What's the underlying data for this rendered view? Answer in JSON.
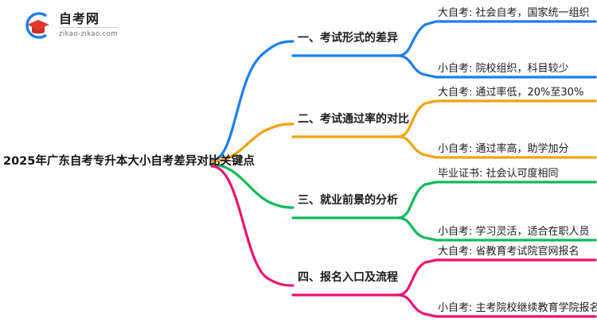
{
  "logo": {
    "title": "自考网",
    "domain": "zikao-zikao.com",
    "mark_icon": "graduation-cap-icon",
    "ring_color": "#1a7ff0",
    "cap_color": "#e3342f"
  },
  "mindmap": {
    "root": {
      "label": "2025年广东自考专升本大小自考差异对比关键点"
    },
    "branches": [
      {
        "color": "#1a7ff0",
        "topic": "一、考试形式的差异",
        "leaves": [
          "大自考: 社会自考，国家统一组织",
          "小自考: 院校组织，科目较少"
        ]
      },
      {
        "color": "#f0a30a",
        "topic": "二、考试通过率的对比",
        "leaves": [
          "大自考: 通过率低，20%至30%",
          "小自考: 通过率高，助学加分"
        ]
      },
      {
        "color": "#0fba5a",
        "topic": "三、就业前景的分析",
        "leaves": [
          "毕业证书: 社会认可度相同",
          "小自考: 学习灵活，适合在职人员"
        ]
      },
      {
        "color": "#ed0f72",
        "topic": "四、报名入口及流程",
        "leaves": [
          "大自考: 省教育考试院官网报名",
          "小自考: 主考院校继续教育学院报名"
        ]
      }
    ]
  }
}
